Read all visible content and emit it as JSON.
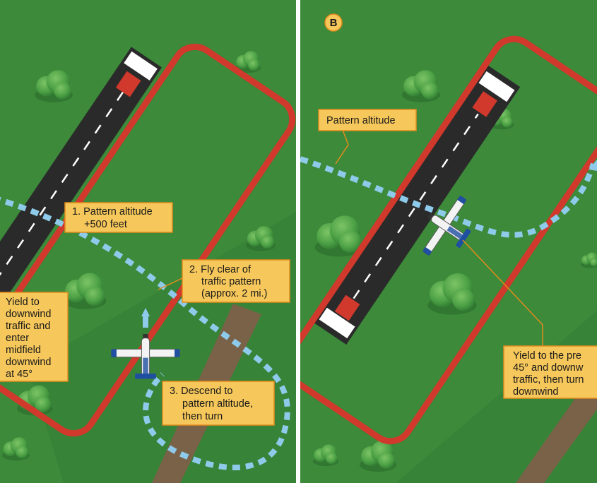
{
  "panel_a": {
    "callouts": {
      "step1": [
        "1. Pattern altitude",
        "+500 feet"
      ],
      "step2": [
        "2. Fly clear of",
        "traffic pattern",
        "(approx. 2 mi.)"
      ],
      "step3": [
        "3. Descend to",
        "pattern altitude,",
        "then turn"
      ],
      "yield": [
        "Yield to",
        "downwind",
        "traffic and",
        "enter",
        "midfield",
        "downwind",
        "at 45°"
      ]
    }
  },
  "panel_b": {
    "badge": "B",
    "callouts": {
      "pattern": [
        "Pattern altitude"
      ],
      "yield": [
        "Yield to the pre",
        "45° and downw",
        "traffic, then turn",
        "downwind"
      ]
    }
  },
  "colors": {
    "grass": "#3c8a3a",
    "grass_dark": "#2f7a32",
    "pattern_red": "#d0392b",
    "route_blue": "#8ecbea",
    "callout_fill": "#f6c75a",
    "callout_border": "#e38b1c",
    "runway": "#2a2a2a",
    "road": "#7a6248"
  }
}
